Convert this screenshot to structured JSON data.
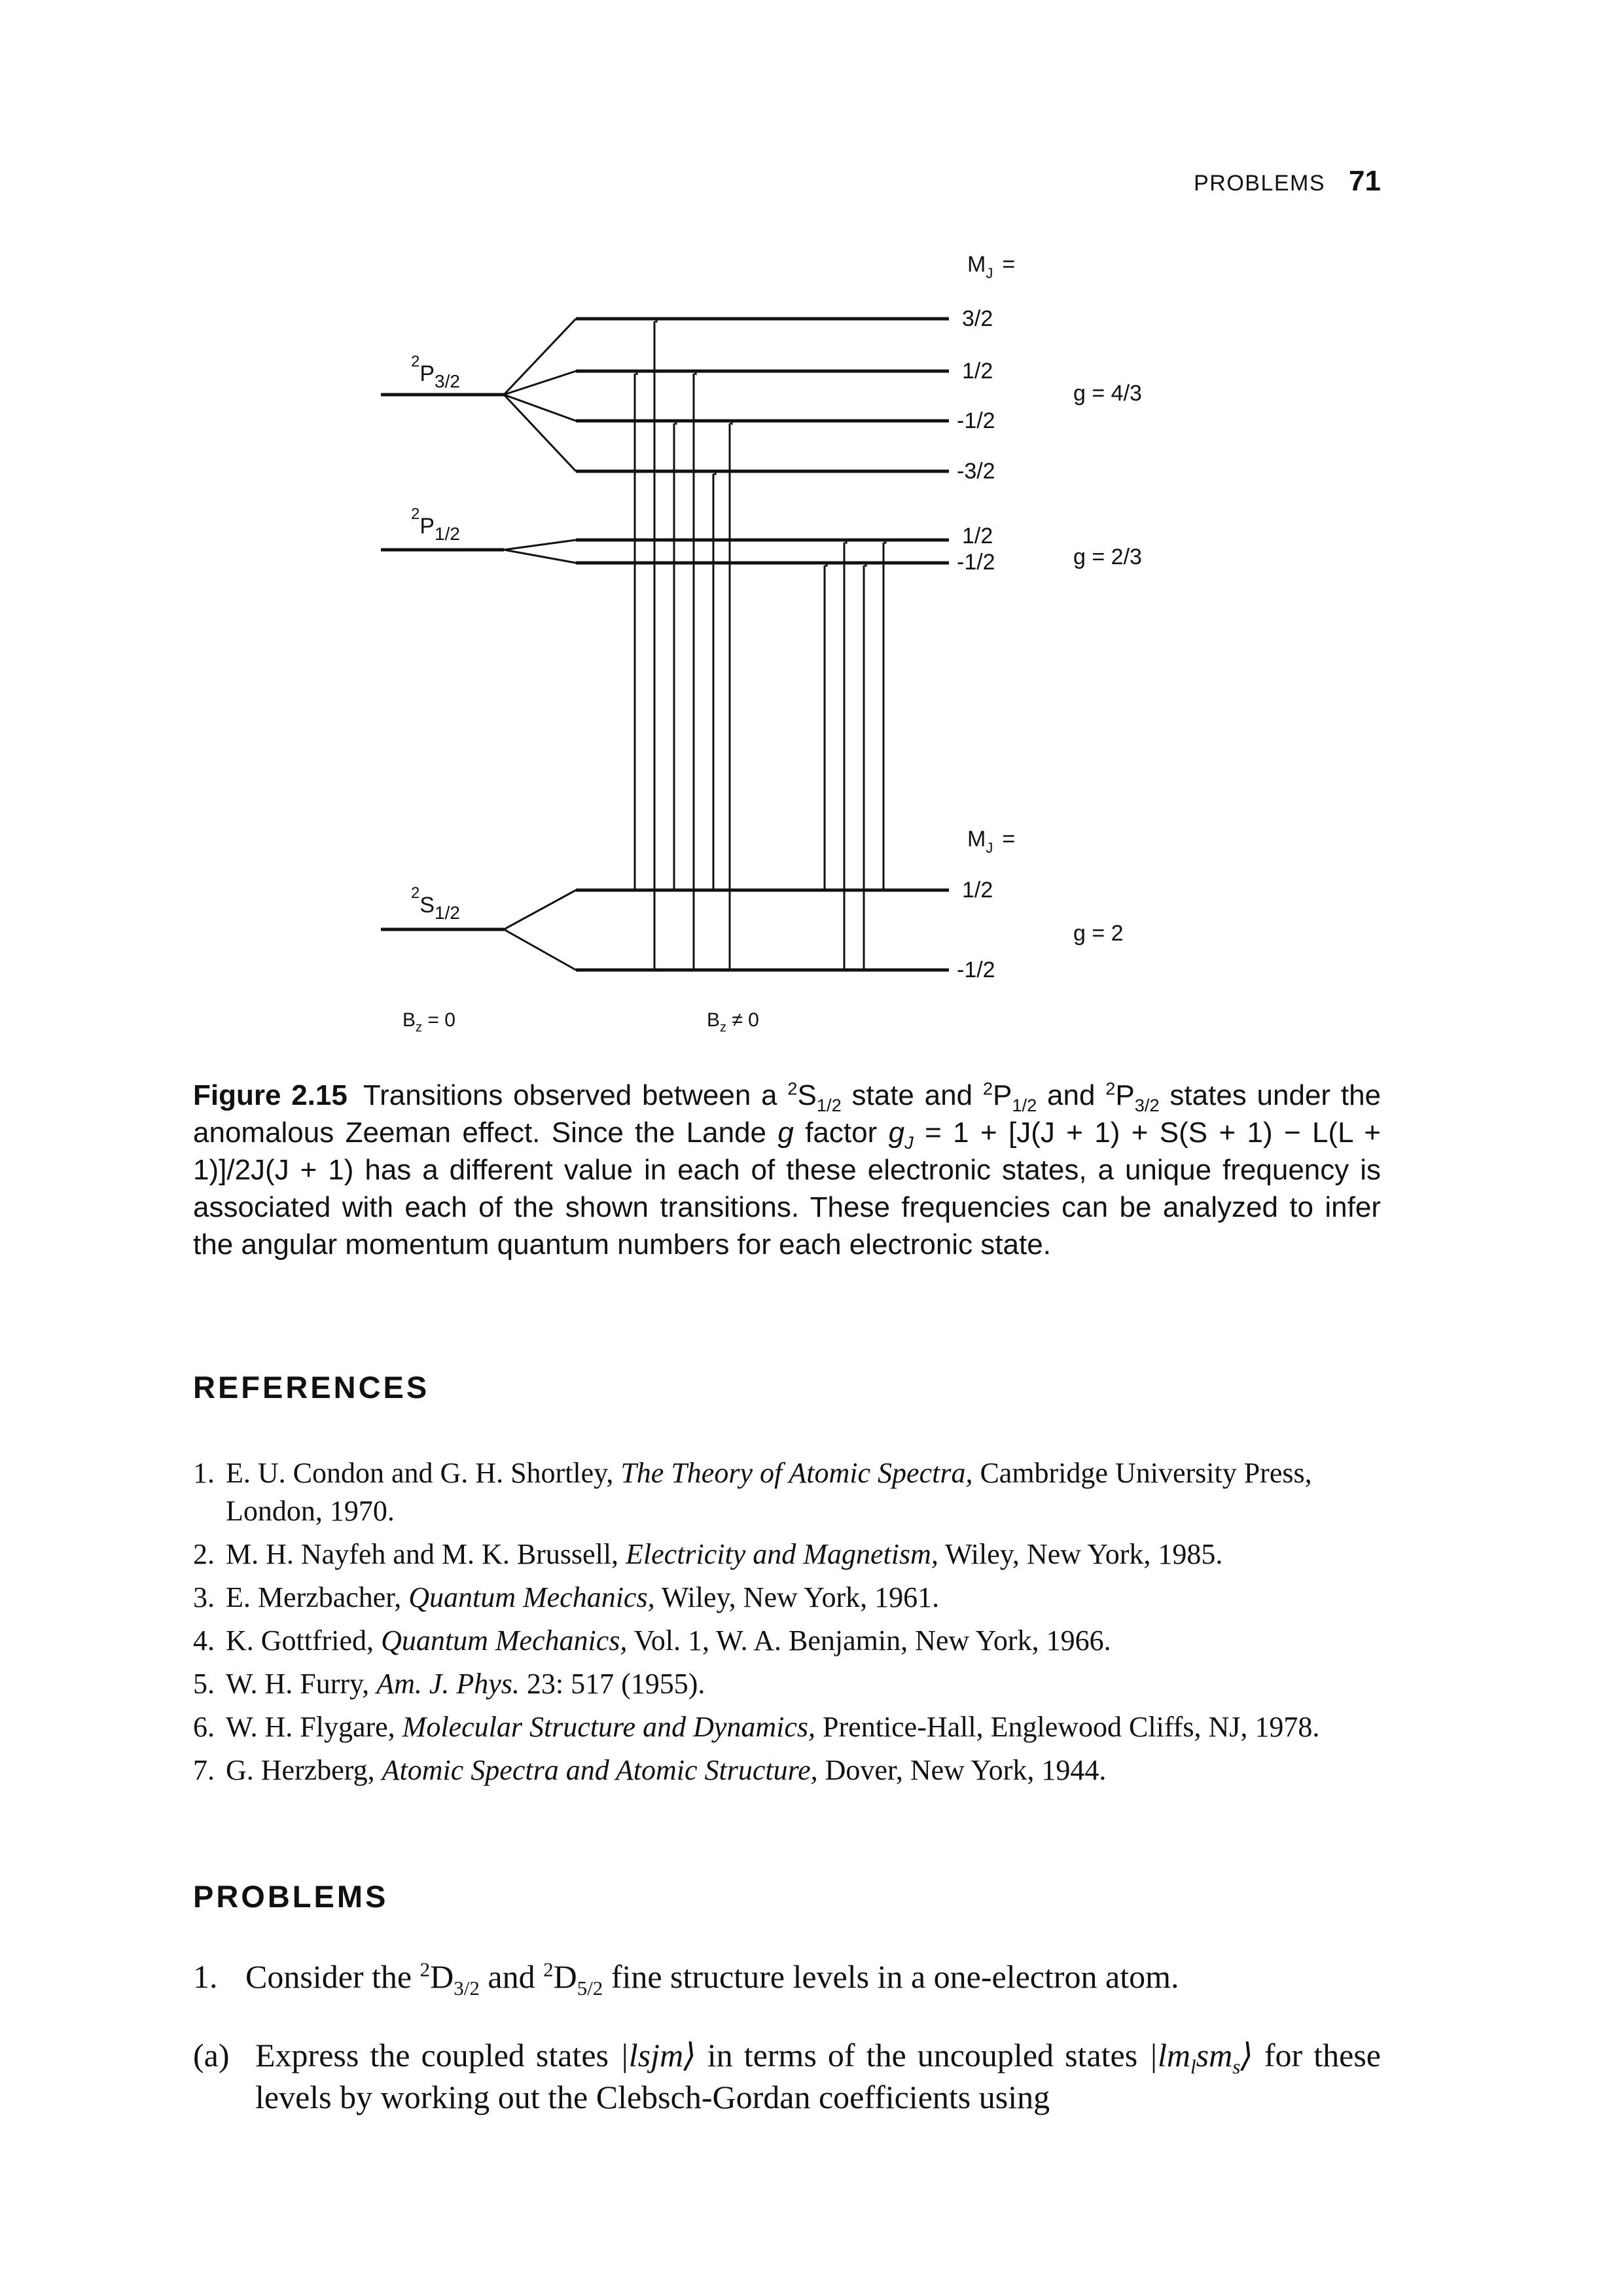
{
  "running_head": {
    "section": "PROBLEMS",
    "page_number": "71"
  },
  "figure": {
    "mj_header_top": "M",
    "mj_header_top_sub": "J",
    "mj_header_top_eq": "=",
    "mj_header_bottom": "M",
    "mj_header_bottom_sub": "J",
    "mj_header_bottom_eq": "=",
    "state_p32": {
      "sup": "2",
      "letter": "P",
      "sub": "3/2"
    },
    "state_p12": {
      "sup": "2",
      "letter": "P",
      "sub": "1/2"
    },
    "state_s12": {
      "sup": "2",
      "letter": "S",
      "sub": "1/2"
    },
    "p32_levels": [
      "3/2",
      "1/2",
      "-1/2",
      "-3/2"
    ],
    "p12_levels": [
      "1/2",
      "-1/2"
    ],
    "s12_levels": [
      "1/2",
      "-1/2"
    ],
    "g_p32": "g = 4/3",
    "g_p12": "g = 2/3",
    "g_s12": "g = 2",
    "bz_zero": {
      "letter": "B",
      "sub": "z",
      "rest": " = 0"
    },
    "bz_nonzero": {
      "letter": "B",
      "sub": "z",
      "rest": " ≠ 0"
    }
  },
  "caption": {
    "label": "Figure 2.15",
    "t1": "Transitions observed between a ",
    "s_sup": "2",
    "s_letter": "S",
    "s_sub": "1/2",
    "t2": " state and ",
    "p1_sup": "2",
    "p1_letter": "P",
    "p1_sub": "1/2",
    "t3": " and ",
    "p3_sup": "2",
    "p3_letter": "P",
    "p3_sub": "3/2",
    "t4": " states under the anomalous Zeeman effect. Since the Lande ",
    "g": "g",
    "t5": " factor ",
    "gj": "g",
    "gj_sub": "J",
    "formula": " = 1 + [J(J + 1) + S(S + 1) − L(L + 1)]/2J(J + 1)",
    "t6": " has a different value in each of these electronic states, a unique frequency is associated with each of the shown transitions. These frequencies can be analyzed to infer the angular momentum quantum numbers for each electronic state."
  },
  "references": {
    "heading": "REFERENCES",
    "items": [
      {
        "num": "1.",
        "pre": "E. U. Condon and G. H. Shortley, ",
        "title": "The Theory of Atomic Spectra,",
        "post": " Cambridge University Press, London, 1970."
      },
      {
        "num": "2.",
        "pre": "M. H. Nayfeh and M. K. Brussell, ",
        "title": "Electricity and Magnetism,",
        "post": " Wiley, New York, 1985."
      },
      {
        "num": "3.",
        "pre": "E. Merzbacher, ",
        "title": "Quantum Mechanics,",
        "post": " Wiley, New York, 1961."
      },
      {
        "num": "4.",
        "pre": "K. Gottfried, ",
        "title": "Quantum Mechanics,",
        "post": " Vol. 1, W. A. Benjamin, New York, 1966."
      },
      {
        "num": "5.",
        "pre": "W. H. Furry, ",
        "title": "Am. J. Phys.",
        "post": " 23: 517 (1955)."
      },
      {
        "num": "6.",
        "pre": "W. H. Flygare, ",
        "title": "Molecular Structure and Dynamics,",
        "post": " Prentice-Hall, Englewood Cliffs, NJ, 1978."
      },
      {
        "num": "7.",
        "pre": "G. Herzberg, ",
        "title": "Atomic Spectra and Atomic Structure,",
        "post": " Dover, New York, 1944."
      }
    ]
  },
  "problems": {
    "heading": "PROBLEMS",
    "p1_num": "1.",
    "p1_pre": "Consider the ",
    "p1_d1_sup": "2",
    "p1_d1_letter": "D",
    "p1_d1_sub": "3/2",
    "p1_mid": " and ",
    "p1_d2_sup": "2",
    "p1_d2_letter": "D",
    "p1_d2_sub": "5/2",
    "p1_post": " fine structure levels in a one-electron atom.",
    "pa_num": "(a)",
    "pa_pre": "Express the coupled states ",
    "pa_ket1": "|lsjm⟩",
    "pa_mid": " in terms of the uncoupled states ",
    "pa_ket2_pre": "|lm",
    "pa_ket2_sub1": "l",
    "pa_ket2_mid": "sm",
    "pa_ket2_sub2": "s",
    "pa_ket2_post": "⟩",
    "pa_post": " for these levels by working out the Clebsch-Gordan coefficients using"
  }
}
